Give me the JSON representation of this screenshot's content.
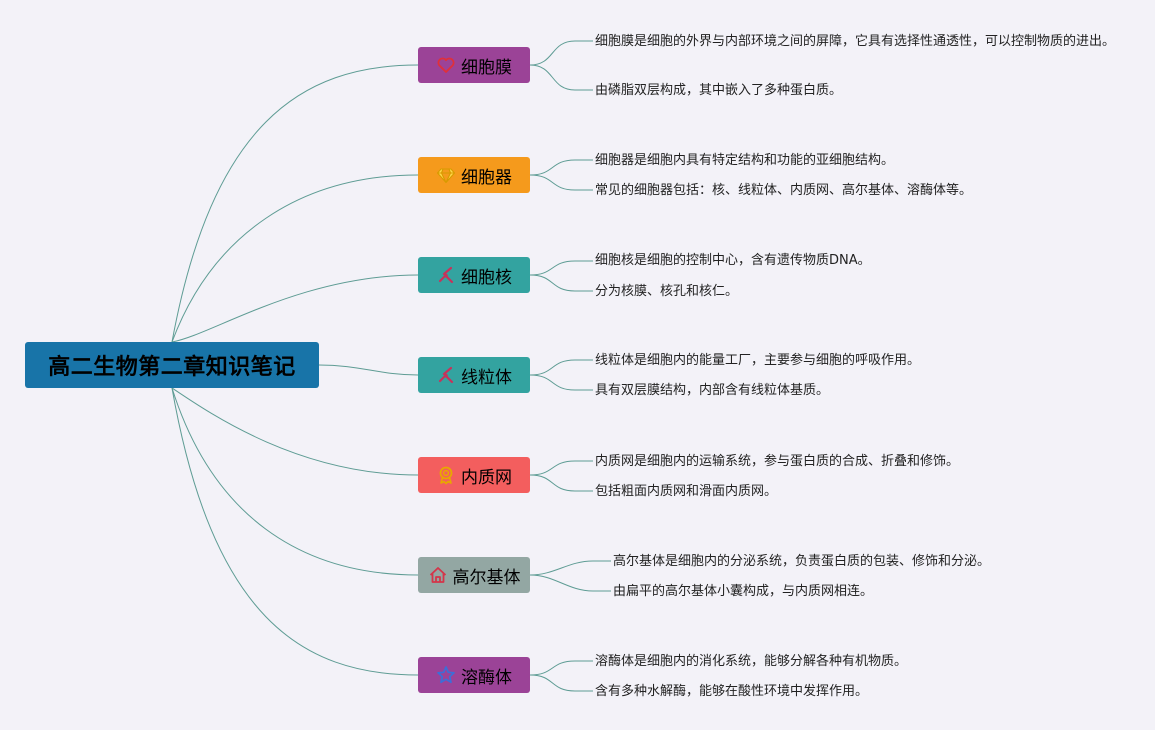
{
  "root": {
    "title": "高二生物第二章知识笔记"
  },
  "branches": [
    {
      "label": "细胞膜",
      "icon": "heart-icon",
      "color": "#9b4397",
      "notes": [
        "细胞膜是细胞的外界与内部环境之间的屏障，它具有选择性通透性，可以控制物质的进出。",
        "由磷脂双层构成，其中嵌入了多种蛋白质。"
      ]
    },
    {
      "label": "细胞器",
      "icon": "gem-icon",
      "color": "#f59a1c",
      "notes": [
        "细胞器是细胞内具有特定结构和功能的亚细胞结构。",
        "常见的细胞器包括：核、线粒体、内质网、高尔基体、溶酶体等。"
      ]
    },
    {
      "label": "细胞核",
      "icon": "telescope-icon",
      "color": "#33a3a0",
      "notes": [
        "细胞核是细胞的控制中心，含有遗传物质DNA。",
        "分为核膜、核孔和核仁。"
      ]
    },
    {
      "label": "线粒体",
      "icon": "telescope-icon",
      "color": "#33a3a0",
      "notes": [
        "线粒体是细胞内的能量工厂，主要参与细胞的呼吸作用。",
        "具有双层膜结构，内部含有线粒体基质。"
      ]
    },
    {
      "label": "内质网",
      "icon": "award-icon",
      "color": "#f35e5e",
      "notes": [
        "内质网是细胞内的运输系统，参与蛋白质的合成、折叠和修饰。",
        "包括粗面内质网和滑面内质网。"
      ]
    },
    {
      "label": "高尔基体",
      "icon": "home-icon",
      "color": "#93a7a3",
      "notes": [
        "高尔基体是细胞内的分泌系统，负责蛋白质的包装、修饰和分泌。",
        "由扁平的高尔基体小囊构成，与内质网相连。"
      ]
    },
    {
      "label": "溶酶体",
      "icon": "star-icon",
      "color": "#9b4397",
      "notes": [
        "溶酶体是细胞内的消化系统，能够分解各种有机物质。",
        "含有多种水解酶，能够在酸性环境中发挥作用。"
      ]
    }
  ],
  "colors": {
    "line": "#5e9c94",
    "root_bg": "#1874a8"
  }
}
